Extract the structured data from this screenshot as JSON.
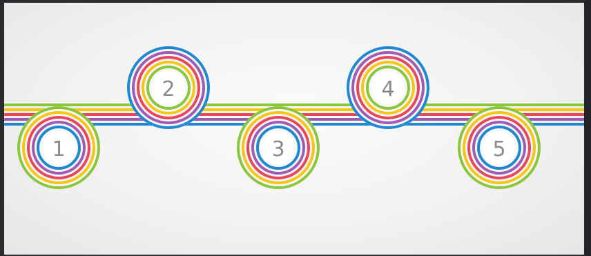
{
  "stripe_colors": [
    "#8cc63f",
    "#f5c518",
    "#e8465a",
    "#a05bb5",
    "#1e88d2"
  ],
  "steps": [
    {
      "number": "1",
      "outer_color": "#8cc63f",
      "inner_color": "#1e88d2"
    },
    {
      "number": "2",
      "outer_color": "#1e88d2",
      "inner_color": "#8cc63f"
    },
    {
      "number": "3",
      "outer_color": "#8cc63f",
      "inner_color": "#1e88d2"
    },
    {
      "number": "4",
      "outer_color": "#1e88d2",
      "inner_color": "#8cc63f"
    },
    {
      "number": "5",
      "outer_color": "#8cc63f",
      "inner_color": "#1e88d2"
    }
  ]
}
